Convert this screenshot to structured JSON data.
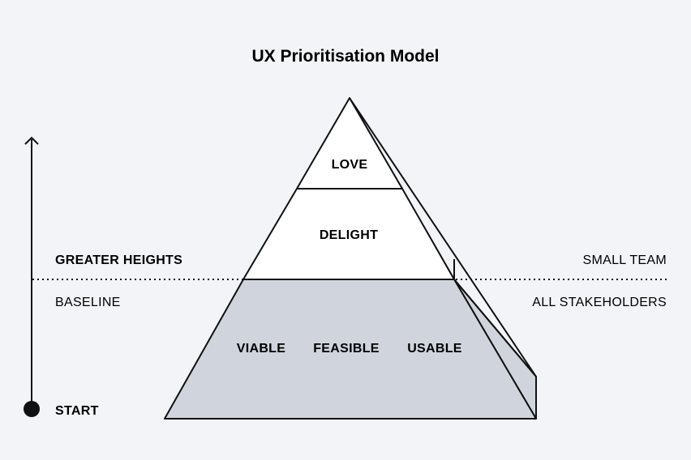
{
  "title": "UX Prioritisation Model",
  "left_axis": {
    "top_label": "GREATER HEIGHTS",
    "bottom_label": "BASELINE",
    "start_label": "START"
  },
  "right_axis": {
    "top_label": "SMALL TEAM",
    "bottom_label": "ALL STAKEHOLDERS"
  },
  "pyramid": {
    "top_tier": "LOVE",
    "middle_tier": "DELIGHT",
    "base_tier": [
      "VIABLE",
      "FEASIBLE",
      "USABLE"
    ]
  },
  "colors": {
    "background": "#f2f4f7",
    "stroke": "#111111",
    "base_fill": "#d0d5dd",
    "upper_fill": "#ffffff"
  }
}
